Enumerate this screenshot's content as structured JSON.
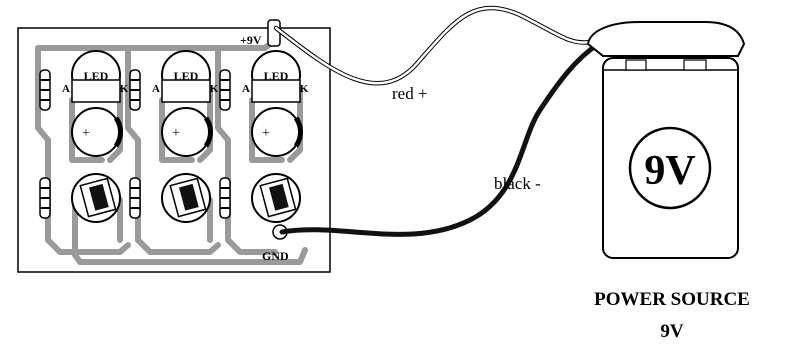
{
  "board": {
    "supply_label": "+9V",
    "ground_label": "GND",
    "led_label": "LED",
    "anode_label": "A",
    "cathode_label": "K",
    "cap_plus": "+"
  },
  "wires": {
    "red_label": "red +",
    "black_label": "black -"
  },
  "battery": {
    "face_label": "9V",
    "caption_line1": "POWER SOURCE",
    "caption_line2": "9V"
  },
  "colors": {
    "trace": "#9a9a9a",
    "outline": "#000000",
    "red_wire": "#ffffff",
    "black_wire": "#111111"
  }
}
